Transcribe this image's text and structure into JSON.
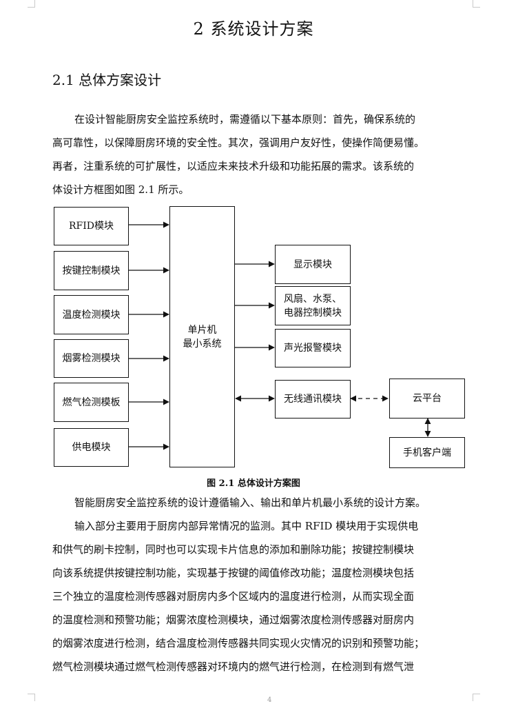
{
  "chapter_title": "2  系统设计方案",
  "section_title": "2.1  总体方案设计",
  "intro_lines": [
    "在设计智能厨房安全监控系统时，需遵循以下基本原则：首先，确保系统的",
    "高可靠性，以保障厨房环境的安全性。其次，强调用户友好性，使操作简便易懂。",
    "再者，注重系统的可扩展性，以适应未来技术升级和功能拓展的需求。该系统的",
    "体设计方框图如图 2.1 所示。"
  ],
  "diagram": {
    "inputs": [
      "RFID模块",
      "按键控制模块",
      "温度检测模块",
      "烟雾检测模块",
      "燃气检测模板",
      "供电模块"
    ],
    "mcu_lines": [
      "单片机",
      "最小系统"
    ],
    "display": "显示模块",
    "control_lines": [
      "风扇、水泵、",
      "电器控制模块"
    ],
    "alarm": "声光报警模块",
    "wireless": "无线通讯模块",
    "cloud": "云平台",
    "phone": "手机客户端"
  },
  "caption": "图 2.1  总体设计方案图",
  "para2": "智能厨房安全监控系统的设计遵循输入、输出和单片机最小系统的设计方案。",
  "para3_lines": [
    "输入部分主要用于厨房内部异常情况的监测。其中 RFID 模块用于实现供电",
    "和供气的刷卡控制，同时也可以实现卡片信息的添加和删除功能；按键控制模块",
    "向该系统提供按键控制功能，实现基于按键的阈值修改功能；温度检测模块包括",
    "三个独立的温度检测传感器对厨房内多个区域内的温度进行检测，从而实现全面",
    "的温度检测和预警功能；烟雾浓度检测模块，通过烟雾浓度检测传感器对厨房内",
    "的烟雾浓度进行检测，结合温度检测传感器共同实现火灾情况的识别和预警功能；",
    "燃气检测模块通过燃气检测传感器对环境内的燃气进行检测，在检测到有燃气泄"
  ],
  "page_number": "4"
}
